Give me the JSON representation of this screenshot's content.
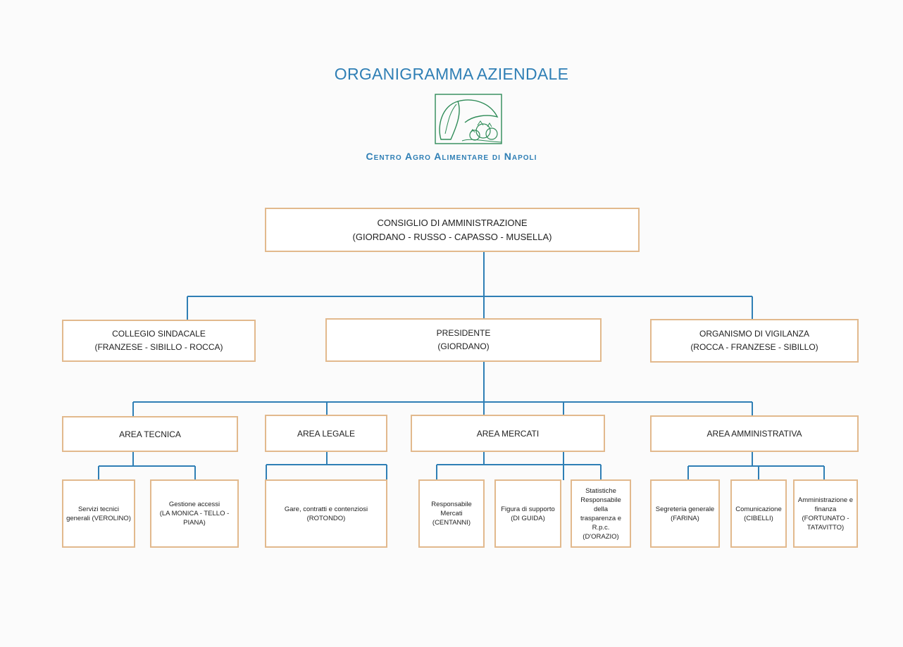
{
  "title": "ORGANIGRAMMA AZIENDALE",
  "subtitle": "Centro Agro Alimentare di Napoli",
  "colors": {
    "accent": "#2f7fb5",
    "box_border": "#e2b98d",
    "connector": "#2f7fb5",
    "logo": "#2e8b57"
  },
  "logo_icon": "cornucopia-logo",
  "board": {
    "line1": "CONSIGLIO DI AMMINISTRAZIONE",
    "line2": "(GIORDANO - RUSSO - CAPASSO - MUSELLA)"
  },
  "collegio": {
    "line1": "COLLEGIO SINDACALE",
    "line2": "(FRANZESE - SIBILLO - ROCCA)"
  },
  "presidente": {
    "line1": "PRESIDENTE",
    "line2": "(GIORDANO)"
  },
  "vigilanza": {
    "line1": "ORGANISMO DI VIGILANZA",
    "line2": "(ROCCA - FRANZESE - SIBILLO)"
  },
  "areas": {
    "tecnica": "AREA TECNICA",
    "legale": "AREA LEGALE",
    "mercati": "AREA MERCATI",
    "amministrativa": "AREA AMMINISTRATIVA"
  },
  "units": {
    "servizi_tecnici": [
      "Servizi tecnici",
      "generali (VEROLINO)"
    ],
    "gestione_accessi": [
      "Gestione accessi",
      "(LA MONICA - TELLO -",
      "PIANA)"
    ],
    "gare_contratti": [
      "Gare, contratti e contenziosi",
      "(ROTONDO)"
    ],
    "responsabile_mercati": [
      "Responsabile",
      "Mercati",
      "(CENTANNI)"
    ],
    "figura_supporto": [
      "Figura di supporto",
      "(DI GUIDA)"
    ],
    "statistiche_rpc": [
      "Statistiche",
      "Responsabile",
      "della",
      "trasparenza e",
      "R.p.c.",
      "(D'ORAZIO)"
    ],
    "segreteria_generale": [
      "Segreteria generale",
      "(FARINA)"
    ],
    "comunicazione": [
      "Comunicazione",
      "(CIBELLI)"
    ],
    "amministrazione_finanza": [
      "Amministrazione e",
      "finanza",
      "(FORTUNATO -",
      "TATAVITTO)"
    ]
  }
}
